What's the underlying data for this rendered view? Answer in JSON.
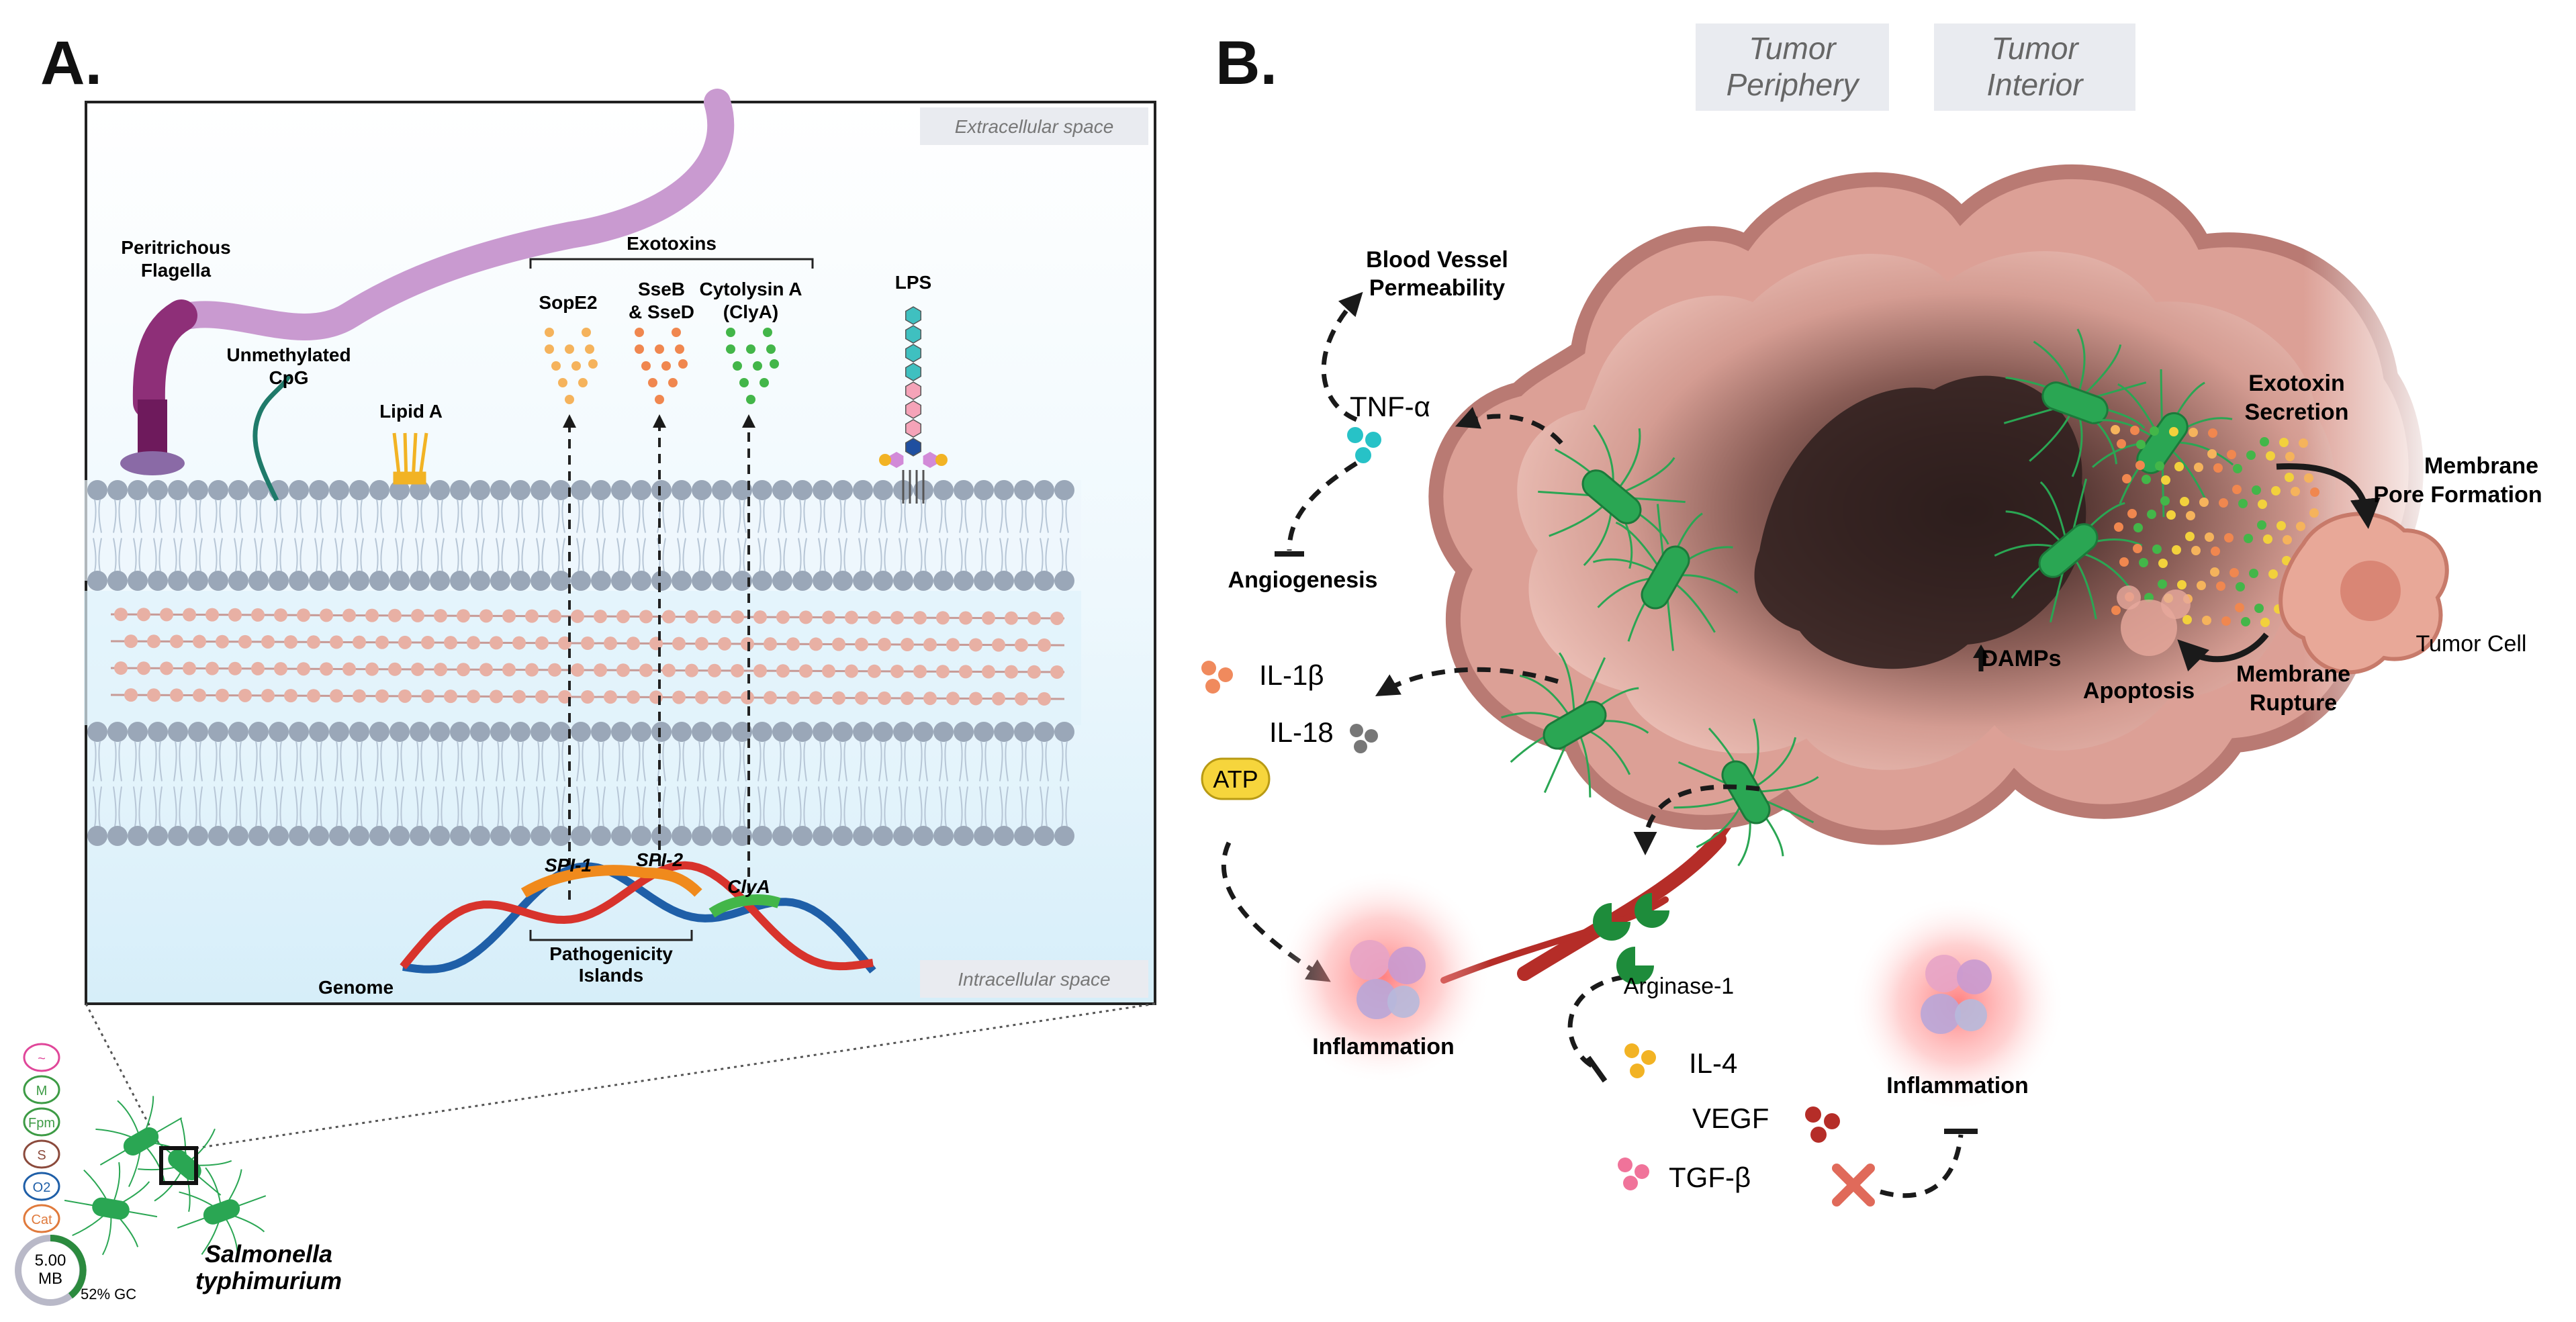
{
  "panel_a": {
    "letter": "A.",
    "extracellular_label": "Extracellular space",
    "intracellular_label": "Intracellular space",
    "flagella_line1": "Peritrichous",
    "flagella_line2": "Flagella",
    "cpg_line1": "Unmethylated",
    "cpg_line2": "CpG",
    "lipid_a": "Lipid A",
    "exotoxins": "Exotoxins",
    "sope2": "SopE2",
    "sseb_line1": "SseB",
    "sseb_line2": "& SseD",
    "clya_line1": "Cytolysin A",
    "clya_line2": "(ClyA)",
    "lps": "LPS",
    "spi1": "SPI-1",
    "spi2": "SPI-2",
    "clya_gene": "ClyA",
    "pathogenicity_line1": "Pathogenicity",
    "pathogenicity_line2": "Islands",
    "genome": "Genome",
    "genome_size_line1": "5.00",
    "genome_size_line2": "MB",
    "gc_content": "52% GC",
    "species_line1": "Salmonella",
    "species_line2": "typhimurium",
    "badges": [
      {
        "text": "~",
        "color": "#e0479a"
      },
      {
        "text": "M",
        "color": "#3d9b45"
      },
      {
        "text": "Fpm",
        "color": "#3d9b45"
      },
      {
        "text": "S",
        "color": "#8b4a3c"
      },
      {
        "text": "O2",
        "color": "#1f5fa8"
      },
      {
        "text": "Cat",
        "color": "#e07a3c"
      }
    ]
  },
  "panel_b": {
    "letter": "B.",
    "periphery_line1": "Tumor",
    "periphery_line2": "Periphery",
    "interior_line1": "Tumor",
    "interior_line2": "Interior",
    "bvp_line1": "Blood Vessel",
    "bvp_line2": "Permeability",
    "tnf": "TNF-α",
    "angiogenesis": "Angiogenesis",
    "il1b": "IL-1β",
    "il18": "IL-18",
    "atp": "ATP",
    "inflammation_left": "Inflammation",
    "arginase": "Arginase-1",
    "il4": "IL-4",
    "vegf": "VEGF",
    "tgfb": "TGF-β",
    "inflammation_right": "Inflammation",
    "exotoxin_line1": "Exotoxin",
    "exotoxin_line2": "Secretion",
    "pore_line1": "Membrane",
    "pore_line2": "Pore Formation",
    "damps": "DAMPs",
    "apoptosis": "Apoptosis",
    "rupture_line1": "Membrane",
    "rupture_line2": "Rupture",
    "tumor_cell": "Tumor Cell"
  },
  "colors": {
    "flagella": "#c99ad0",
    "flagella_base": "#7c2466",
    "membrane_head": "#9aa7b8",
    "peptidoglycan": "#e8b0a4",
    "bacteria": "#2aa653",
    "tumor_outer": "#b97a73",
    "tumor_core": "#3a2624",
    "vessel": "#b52d28",
    "sope2_dots": "#f5b35c",
    "sseb_dots": "#f0874f",
    "clya_dots": "#43b649",
    "inhibit_x": "#e06a5a"
  }
}
